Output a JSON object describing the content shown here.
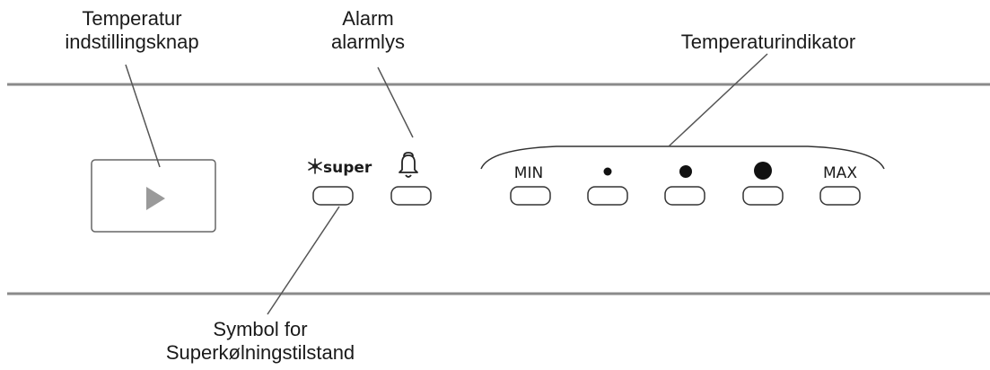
{
  "callouts": {
    "temp_button": {
      "line1": "Temperatur",
      "line2": "indstillingsknap"
    },
    "alarm": {
      "line1": "Alarm",
      "line2": "alarmlys"
    },
    "indicator": {
      "line1": "Temperaturindikator"
    },
    "supercool": {
      "line1": "Symbol for",
      "line2": "Superkølningstilstand"
    }
  },
  "panel": {
    "super_label": "super",
    "indicator_labels": {
      "min": "MIN",
      "max": "MAX"
    },
    "icons": [
      "play-triangle-icon",
      "snowflake-icon",
      "bell-icon",
      "dot-small-icon",
      "dot-medium-icon",
      "dot-large-icon"
    ]
  },
  "colors": {
    "stroke": "#555555",
    "panel_line": "#888888",
    "triangle": "#9a9a9a",
    "text": "#1a1a1a"
  }
}
